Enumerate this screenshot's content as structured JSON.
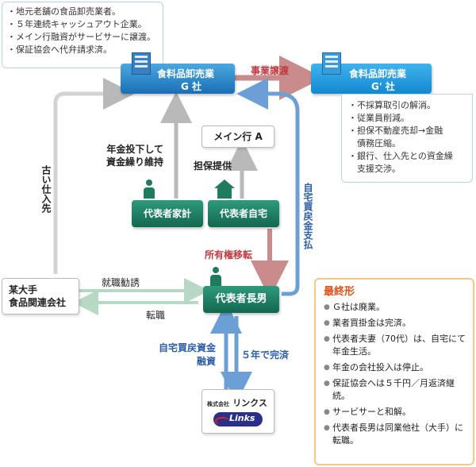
{
  "notes": {
    "g_company_notes": [
      "・地元老舗の食品卸売業者。",
      "・５年連続キャッシュアウト企業。",
      "・メイン行融資がサービサーに譲渡。",
      "・保証協会へ代弁請求済。"
    ],
    "g_prime_notes": [
      "・不採算取引の解消。",
      "・従業員削減。",
      "・担保不動産売却→金融",
      "　債務圧縮。",
      "・銀行、仕入先との資金繰",
      "　支援交渉。"
    ]
  },
  "boxes": {
    "g_company": [
      "食料品卸売業",
      "G 社"
    ],
    "g_prime": [
      "食料品卸売業",
      "G' 社"
    ],
    "main_bank": "メイン行 A",
    "rep_household": "代表者家計",
    "rep_home": "代表者自宅",
    "rep_son": "代表者長男",
    "major_company": [
      "某大手",
      "食品関連会社"
    ],
    "links_company_prefix": "株式会社",
    "links_company_name": "リンクス",
    "links_logo_text": "Links"
  },
  "labels": {
    "business_transfer": "事業譲渡",
    "pension": [
      "年金投下して",
      "資金繰り維持"
    ],
    "collateral": "担保提供",
    "old_supplier": "古い仕入先",
    "ownership_transfer": "所有権移転",
    "home_buyback_payment": "自宅買戻金支払",
    "employment_referral": "就職勧誘",
    "job_change": "転職",
    "home_buyback_financing": [
      "自宅買戻資金",
      "融資"
    ],
    "five_year_complete": "５年で完済"
  },
  "final": {
    "title": "最終形",
    "items": [
      "Ｇ社は廃業。",
      "業者買掛金は完済。",
      "代表者夫妻（70代）は、自宅にて年金生活。",
      "年金の会社投入は停止。",
      "保証協会へは５千円／月返済継続。",
      "サービサーと和解。",
      "代表者長男は同業他社（大手）に転職。"
    ]
  },
  "colors": {
    "blue_arrow": "#6c9fd6",
    "gray_arrow": "#b9b9b9",
    "red_arrow": "#c98b8b",
    "green_arrow": "#b7d8c4",
    "accent_orange": "#d9521c"
  }
}
